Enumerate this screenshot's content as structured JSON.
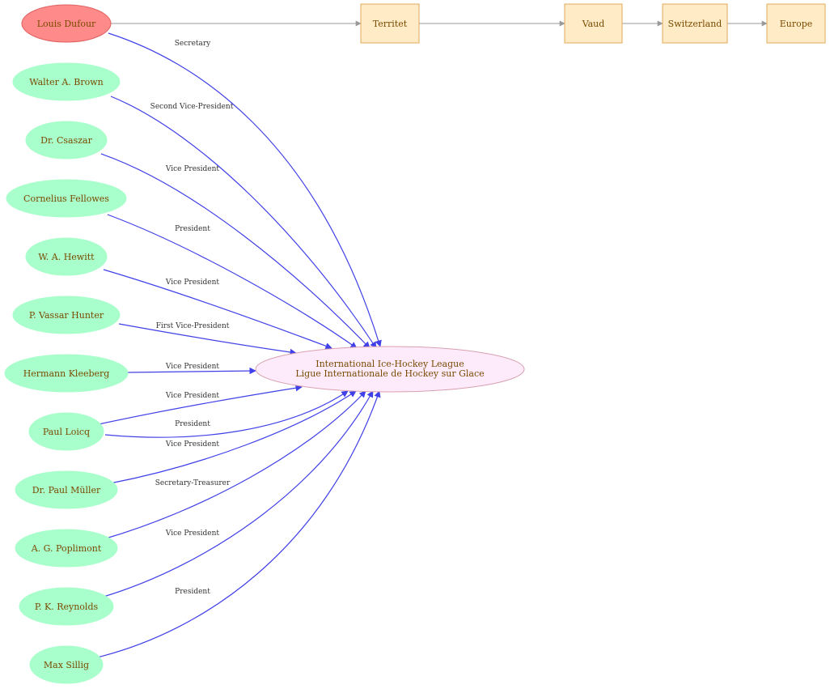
{
  "colors": {
    "hub_fill": "#ff8a8a",
    "hub_stroke": "#e06060",
    "person_fill": "#a8ffcb",
    "person_stroke": "#a8ffcb",
    "place_fill": "#ffecc6",
    "place_stroke": "#e2a85a",
    "org_fill": "#fdebfb",
    "org_stroke": "#d8a0b0",
    "edge_blue": "#4040e8",
    "edge_gray": "#999999",
    "node_text": "#7a4a00",
    "edge_text": "#333333"
  },
  "diagram": {
    "organization": {
      "line1": "International Ice-Hockey League",
      "line2": "Ligue Internationale de Hockey sur Glace"
    },
    "hub": {
      "label": "Louis Dufour",
      "role": "Secretary"
    },
    "places": [
      {
        "label": "Territet"
      },
      {
        "label": "Vaud"
      },
      {
        "label": "Switzerland"
      },
      {
        "label": "Europe"
      }
    ],
    "people": [
      {
        "label": "Walter A. Brown",
        "role": "Second Vice-President"
      },
      {
        "label": "Dr. Csaszar",
        "role": "Vice President"
      },
      {
        "label": "Cornelius Fellowes",
        "role": "President"
      },
      {
        "label": "W. A. Hewitt",
        "role": "Vice President"
      },
      {
        "label": "P. Vassar Hunter",
        "role": "First Vice-President"
      },
      {
        "label": "Hermann Kleeberg",
        "role": "Vice President"
      },
      {
        "label": "Paul Loicq",
        "role": "Vice President",
        "role2": "President"
      },
      {
        "label": "Dr. Paul Müller",
        "role": "Vice President"
      },
      {
        "label": "A. G. Poplimont",
        "role": "Secretary-Treasurer"
      },
      {
        "label": "P. K. Reynolds",
        "role": "Vice President"
      },
      {
        "label": "Max Sillig",
        "role": "President"
      }
    ]
  }
}
